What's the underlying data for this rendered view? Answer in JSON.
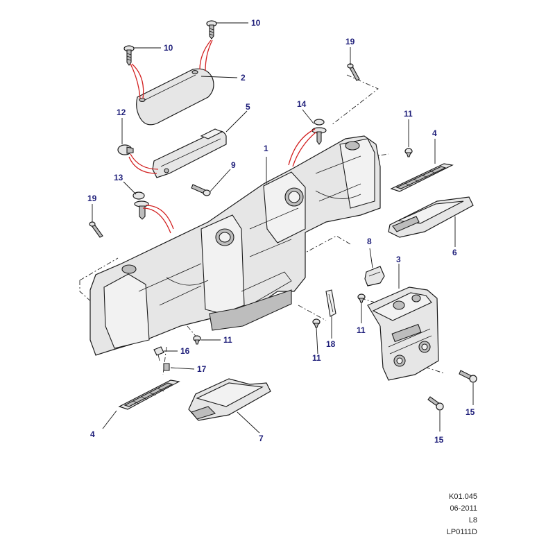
{
  "callouts": {
    "c10a": "10",
    "c10b": "10",
    "c2": "2",
    "c19a": "19",
    "c12": "12",
    "c5": "5",
    "c14": "14",
    "c11a": "11",
    "c4a": "4",
    "c1": "1",
    "c9": "9",
    "c13": "13",
    "c19b": "19",
    "c6": "6",
    "c8": "8",
    "c3": "3",
    "c11b": "11",
    "c11c": "11",
    "c18": "18",
    "c11d": "11",
    "c16": "16",
    "c17": "17",
    "c15a": "15",
    "c4b": "4",
    "c7": "7",
    "c15b": "15"
  },
  "reference": {
    "code": "K01.045",
    "date": "06-2011",
    "level": "L8",
    "part_ref": "LP0111D"
  }
}
